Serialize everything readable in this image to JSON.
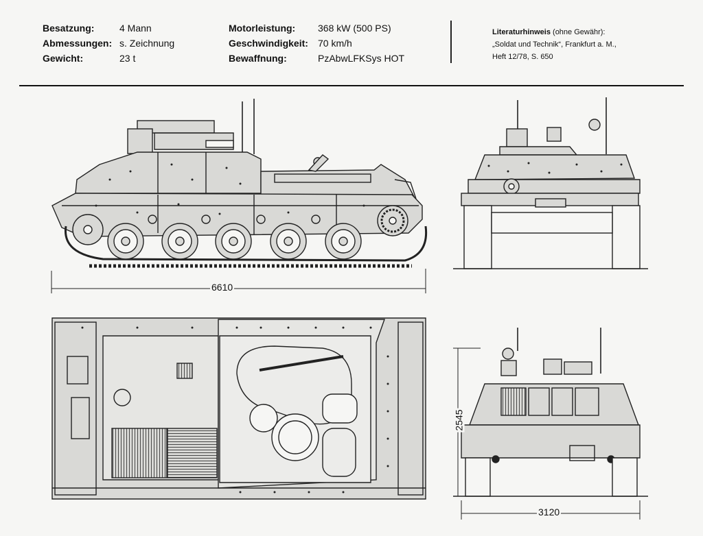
{
  "specs_left": [
    {
      "label": "Besatzung:",
      "value": "4 Mann"
    },
    {
      "label": "Abmessungen:",
      "value": "s. Zeichnung"
    },
    {
      "label": "Gewicht:",
      "value": "23 t"
    }
  ],
  "specs_right": [
    {
      "label": "Motorleistung:",
      "value": "368 kW (500 PS)"
    },
    {
      "label": "Geschwindigkeit:",
      "value": "70 km/h"
    },
    {
      "label": "Bewaffnung:",
      "value": "PzAbwLFKSys HOT"
    }
  ],
  "literature": {
    "title": "Literaturhinweis",
    "note": " (ohne Gewähr):",
    "line1": "„Soldat und Technik“, Frankfurt a. M.,",
    "line2": "Heft 12/78, S. 650"
  },
  "dimensions": {
    "length": "6610",
    "height": "2545",
    "width": "3120"
  },
  "colors": {
    "ink": "#222222",
    "hull_fill": "#d9d9d6",
    "paper": "#f6f6f4"
  }
}
